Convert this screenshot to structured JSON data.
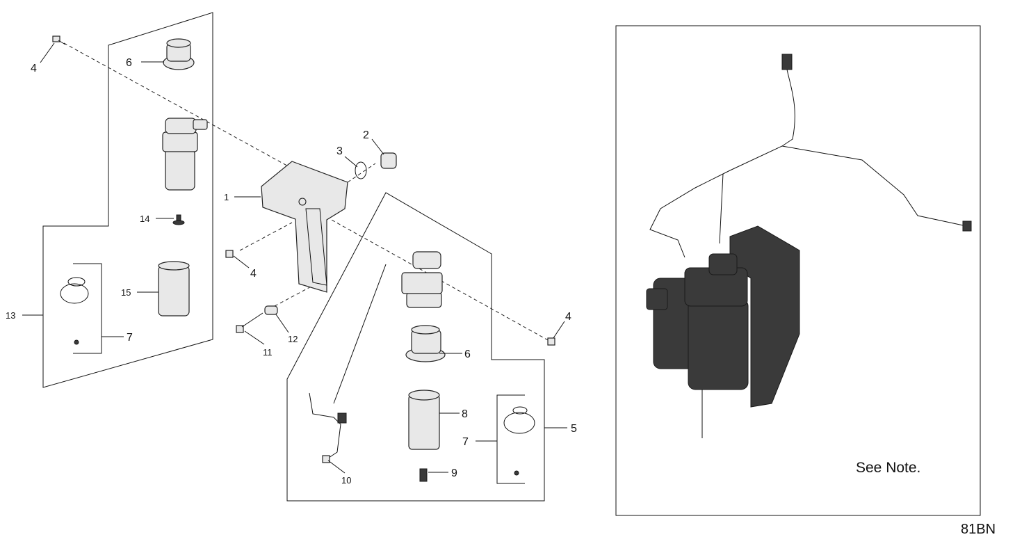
{
  "callouts": {
    "c4a": "4",
    "c6a": "6",
    "c14": "14",
    "c15": "15",
    "c13": "13",
    "c7a": "7",
    "c1": "1",
    "c3": "3",
    "c2": "2",
    "c4b": "4",
    "c11": "11",
    "c12": "12",
    "c4c": "4",
    "c6b": "6",
    "c8": "8",
    "c5": "5",
    "c7b": "7",
    "c9": "9",
    "c10": "10"
  },
  "note": "See Note.",
  "figure_id": "81BN"
}
